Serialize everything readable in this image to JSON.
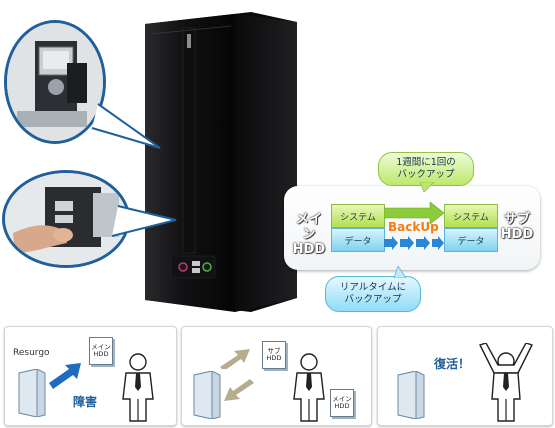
{
  "diagram": {
    "left_label": [
      "メイン",
      "HDD"
    ],
    "right_label": [
      "サブ",
      "HDD"
    ],
    "system_left": "システム",
    "data_left": "データ",
    "system_right": "システム",
    "data_right": "データ",
    "backup": "BackUp",
    "bubble_weekly": [
      "1週間に1回の",
      "バックアップ"
    ],
    "bubble_realtime": [
      "リアルタイムに",
      "バックアップ"
    ]
  },
  "panel1": {
    "brand": "Resurgo",
    "hdd_card": [
      "メイン",
      "HDD"
    ],
    "status": "障害"
  },
  "panel2": {
    "hdd_card_top": [
      "サブ",
      "HDD"
    ],
    "hdd_card_bottom": [
      "メイン",
      "HDD"
    ]
  },
  "panel3": {
    "status": "復活！"
  },
  "colors": {
    "accent_blue": "#1f5f9a",
    "backup_orange": "#f57d14",
    "system_green": "#b6df4e",
    "data_blue": "#7fd2ef"
  }
}
